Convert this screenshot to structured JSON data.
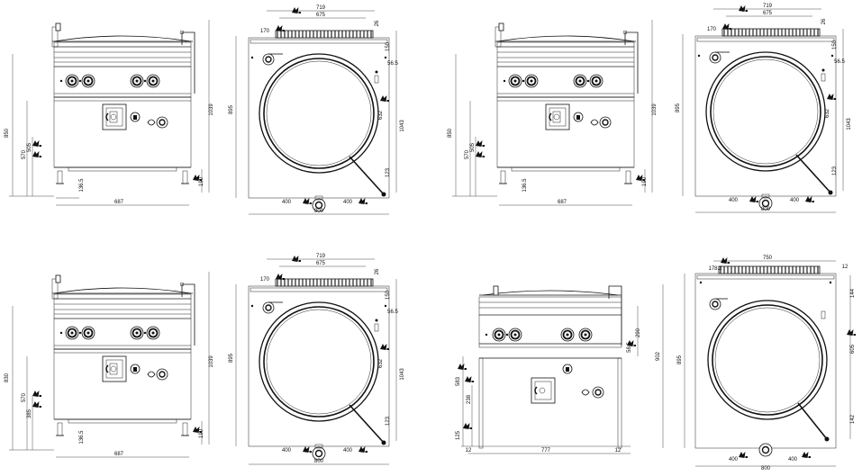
{
  "views": [
    {
      "id": "unit-1",
      "front": {
        "heights": [
          "850",
          "570",
          "505",
          "190"
        ],
        "widths": [
          "136.5",
          "687"
        ],
        "right_height": "1039"
      },
      "top": {
        "top_dims": [
          "719",
          "675",
          "170",
          "26"
        ],
        "right_dims": [
          "150",
          "56.5",
          "632",
          "1043",
          "123"
        ],
        "left_height": "895",
        "bottom_dims": [
          "400",
          "400"
        ],
        "width": "800"
      }
    },
    {
      "id": "unit-2",
      "front": {
        "heights": [
          "850",
          "570",
          "505",
          "190"
        ],
        "widths": [
          "136.5",
          "687"
        ],
        "right_height": "1039"
      },
      "top": {
        "top_dims": [
          "719",
          "675",
          "170",
          "26"
        ],
        "right_dims": [
          "150",
          "56.5",
          "632",
          "1043",
          "123"
        ],
        "left_height": "895",
        "bottom_dims": [
          "400",
          "400"
        ],
        "width": "800"
      }
    },
    {
      "id": "unit-3",
      "front": {
        "heights": [
          "830",
          "570",
          "385",
          "190"
        ],
        "widths": [
          "136.5",
          "687"
        ],
        "right_height": "1039"
      },
      "top": {
        "top_dims": [
          "719",
          "675",
          "170",
          "26"
        ],
        "right_dims": [
          "150",
          "56.5",
          "632",
          "1043",
          "123"
        ],
        "left_height": "895",
        "bottom_dims": [
          "400",
          "400"
        ],
        "width": "800"
      }
    },
    {
      "id": "unit-4",
      "front": {
        "heights": [
          "583",
          "238",
          "125"
        ],
        "widths": [
          "12",
          "777",
          "12"
        ],
        "right_dims": [
          "290",
          "58.5"
        ],
        "right_height": "902"
      },
      "top": {
        "top_dims": [
          "750",
          "178.2",
          "12"
        ],
        "right_dims": [
          "144",
          "605",
          "142"
        ],
        "left_height": "895",
        "bottom_dims": [
          "400",
          "400"
        ],
        "width": "800"
      }
    }
  ]
}
